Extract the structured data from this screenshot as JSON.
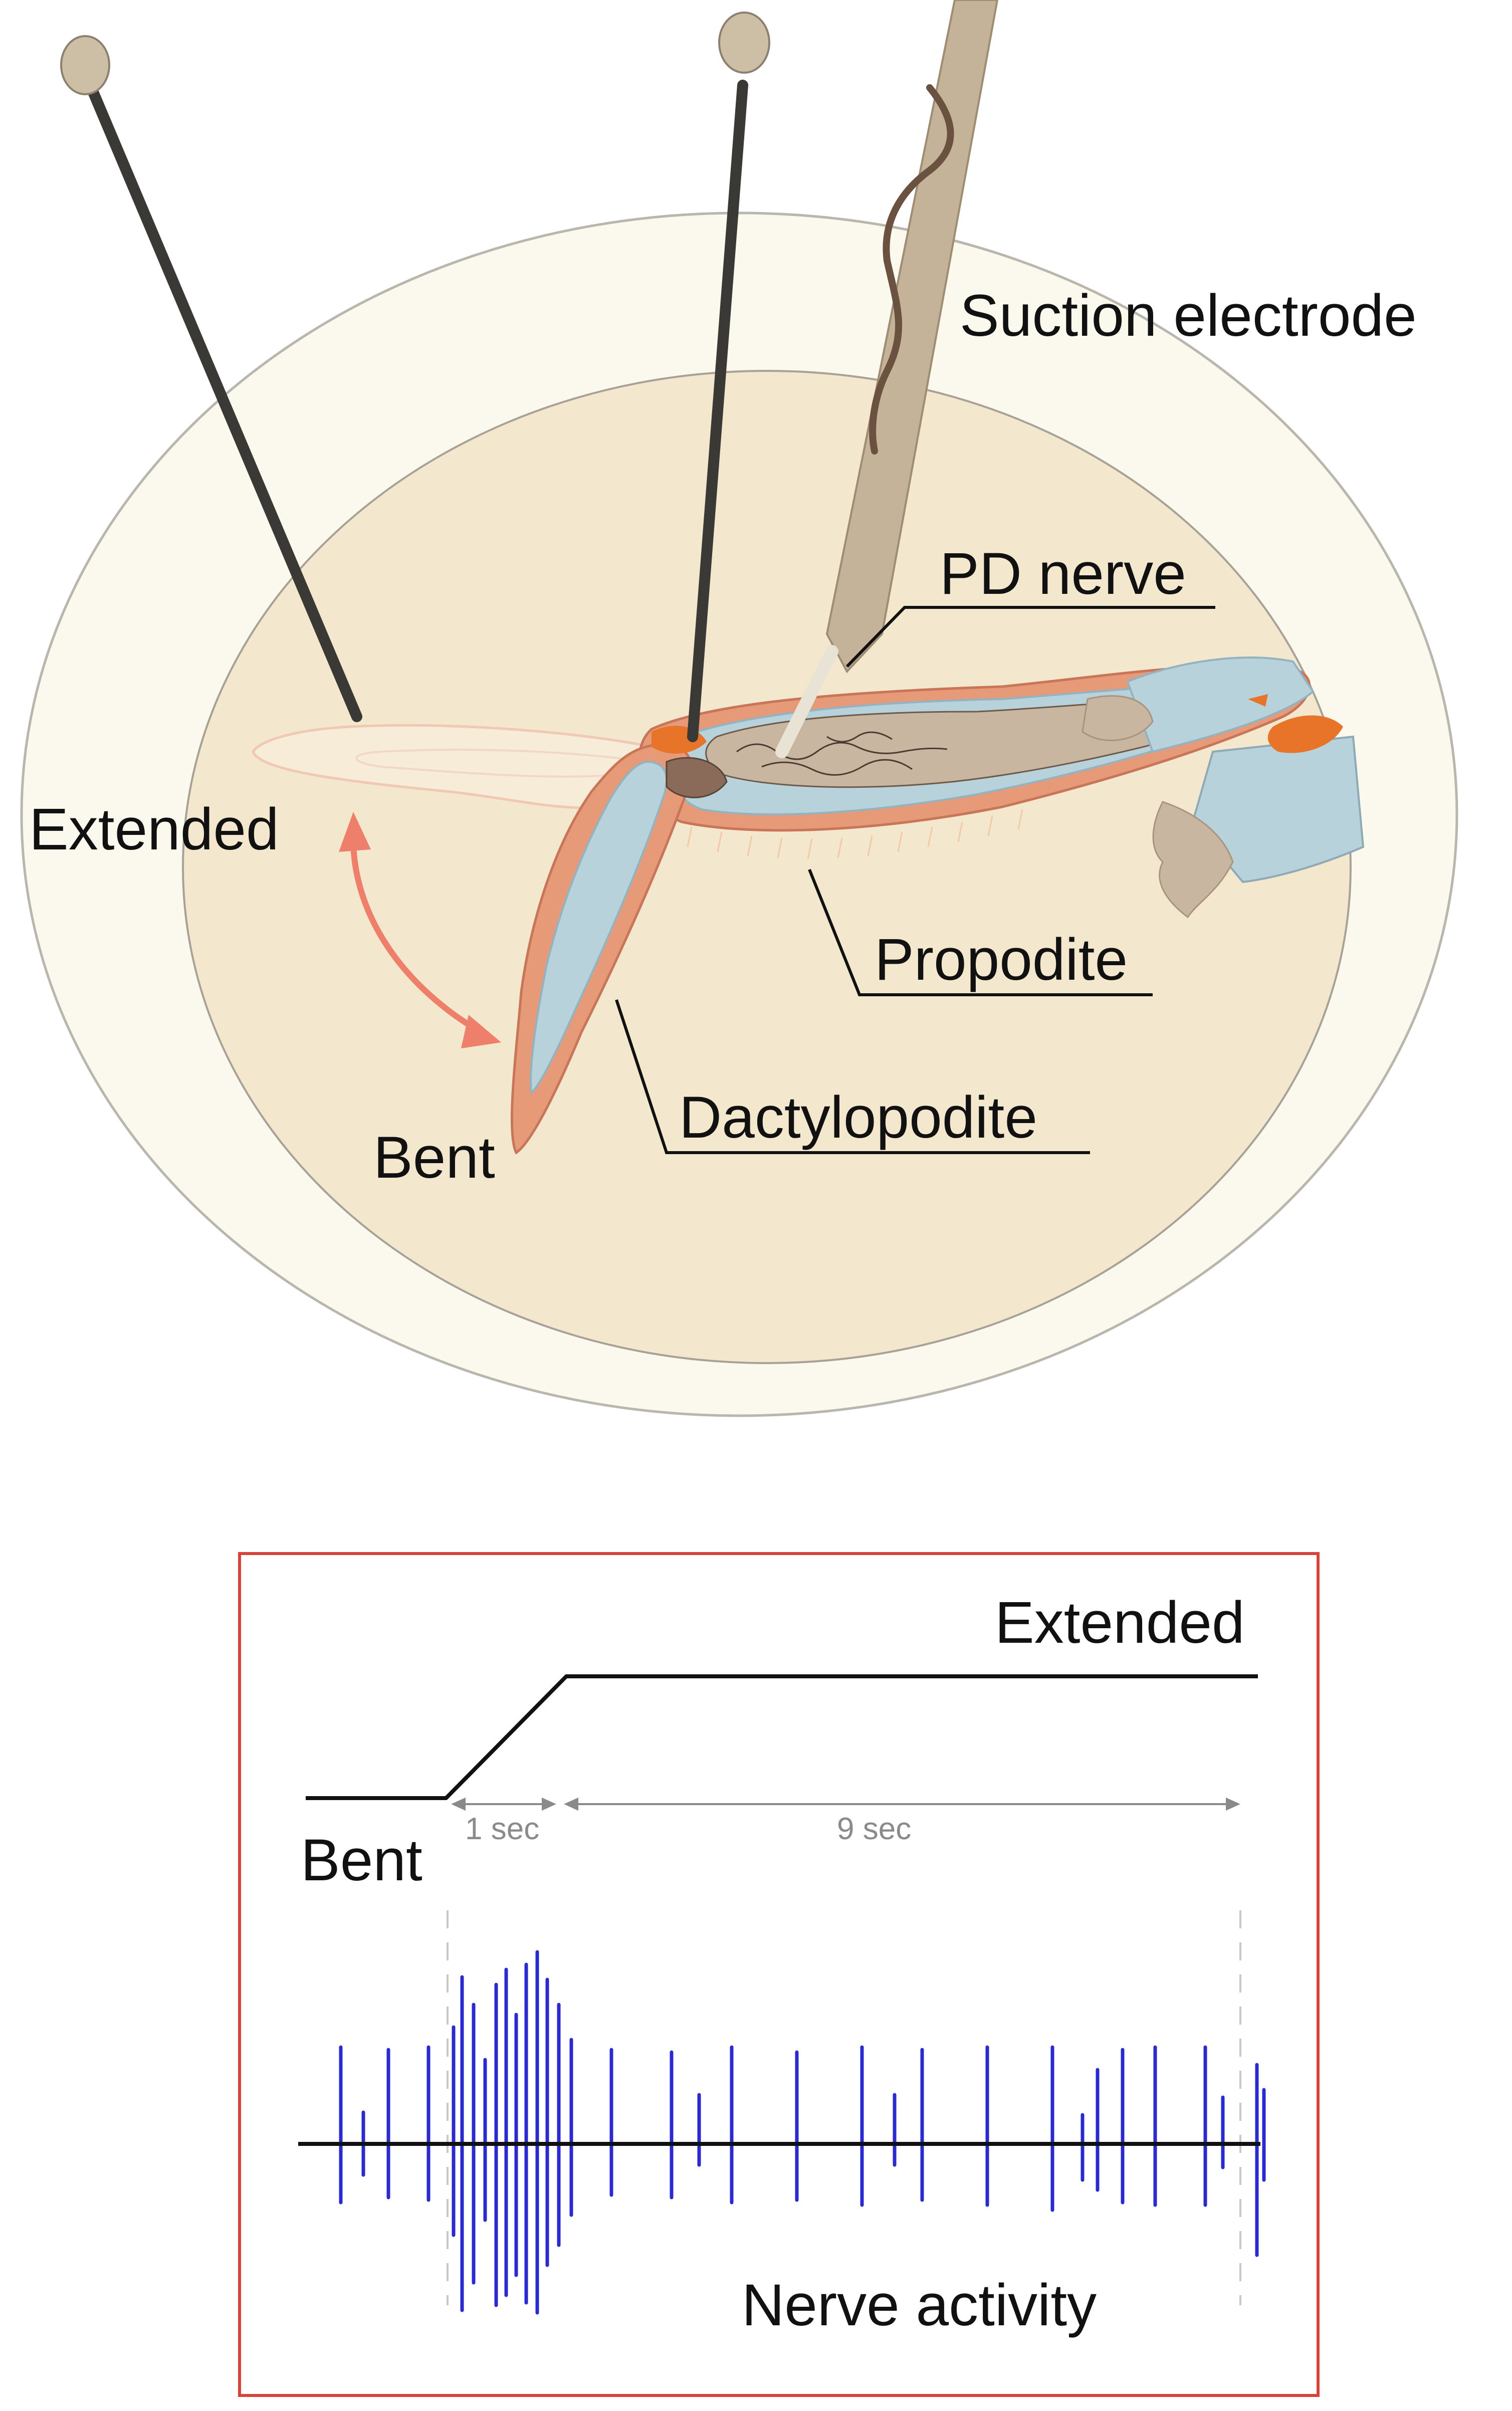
{
  "colors": {
    "dish_rim": "#fbf8ee",
    "dish_fill": "#f3e7cd",
    "pin": "#3b3935",
    "pin_head": "#cdbfa6",
    "electrode": "#c4b398",
    "electrode_wire": "#6a5140",
    "exoskeleton": "#e79a78",
    "muscle": "#b8d2dc",
    "tissue": "#c8b6a1",
    "accent_orange": "#e8742a",
    "arrow": "#ee7f6a",
    "panel_border": "#d6453b",
    "spike": "#2a2ad0",
    "trace": "#111111"
  },
  "diagram": {
    "labels": {
      "suction_electrode": "Suction electrode",
      "pd_nerve": "PD nerve",
      "extended": "Extended",
      "bent": "Bent",
      "propodite": "Propodite",
      "dactylopodite": "Dactylopodite"
    },
    "icons": {
      "pin_left": "dissection-pin-icon",
      "pin_center": "dissection-pin-icon",
      "electrode": "suction-electrode-icon",
      "motion_arrow": "double-headed-curved-arrow-icon"
    }
  },
  "panel": {
    "labels": {
      "extended": "Extended",
      "bent": "Bent",
      "one_sec": "1 sec",
      "nine_sec": "9 sec",
      "nerve_activity": "Nerve activity"
    },
    "position_trace": {
      "states": [
        "Bent",
        "Extended"
      ],
      "ramp_duration_sec": 1,
      "hold_duration_sec": 9
    },
    "spikes": {
      "count": 34
    }
  }
}
